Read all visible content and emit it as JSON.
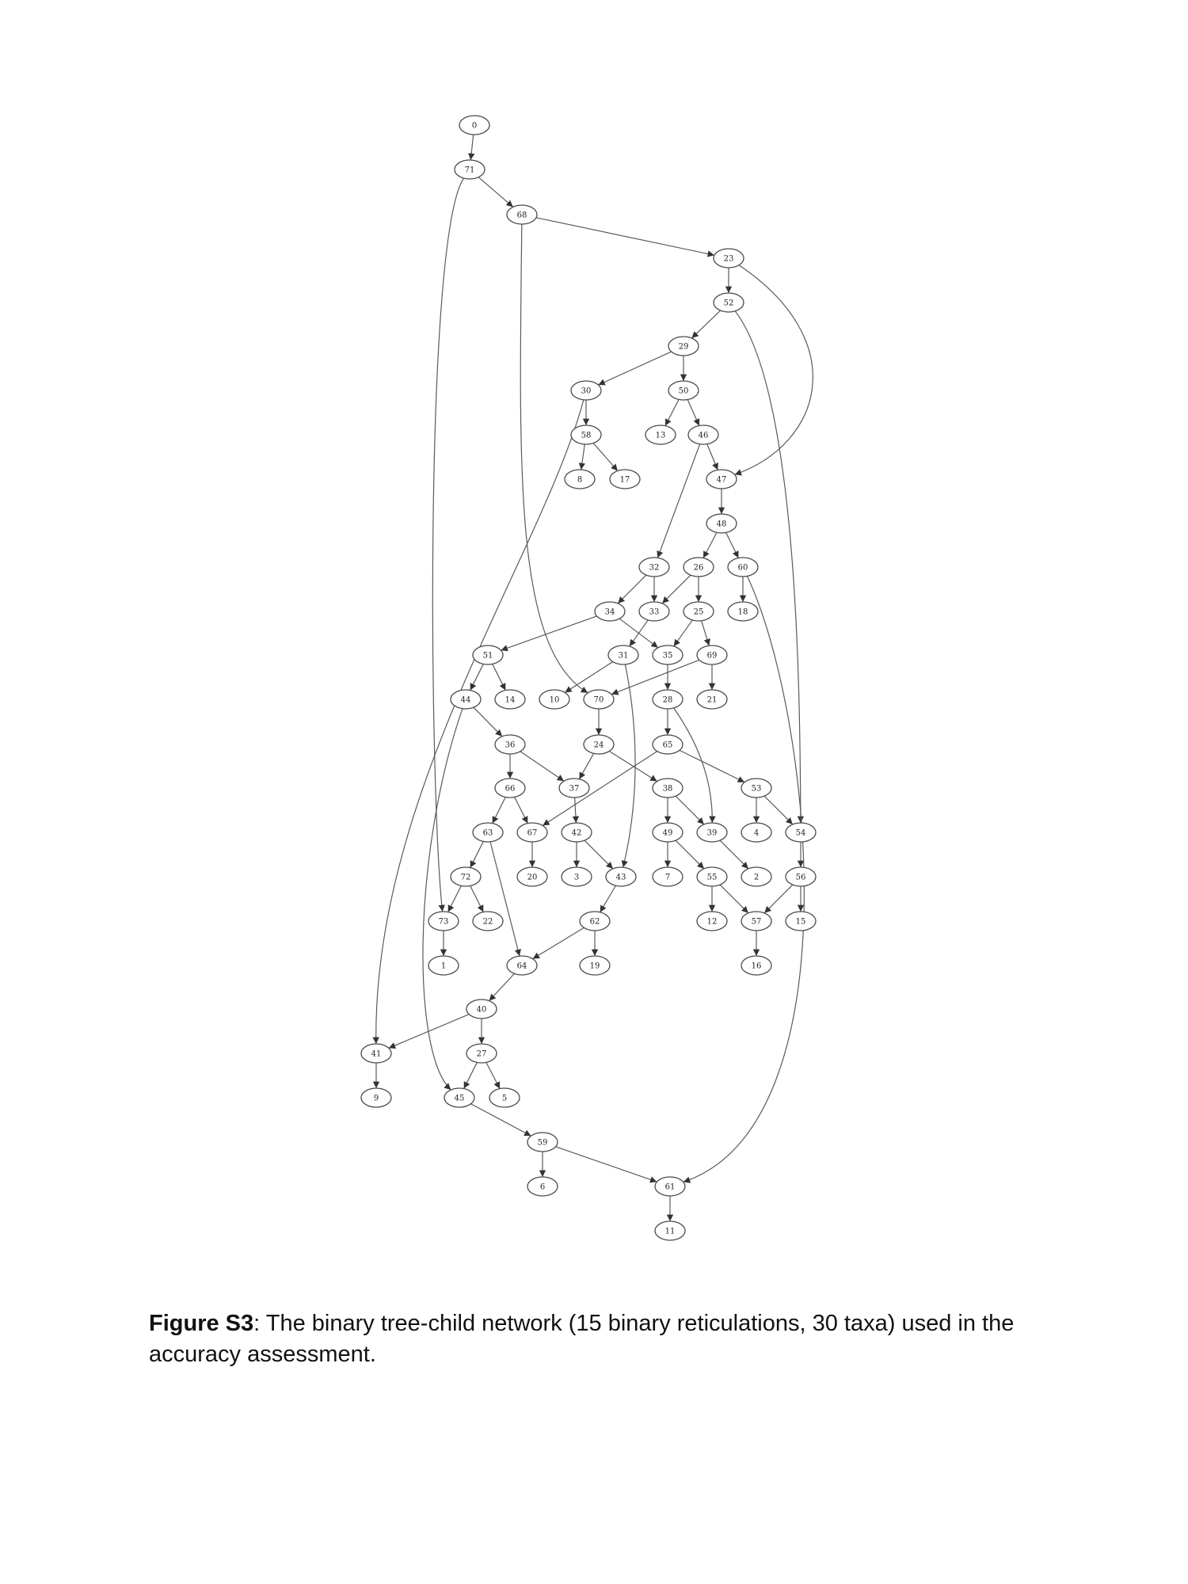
{
  "figure": {
    "caption_label": "Figure S3",
    "caption_text": ": The binary tree-child network (15 binary reticulations, 30 taxa) used in the accuracy assessment."
  },
  "network": {
    "nodes": [
      "0",
      "71",
      "68",
      "23",
      "52",
      "29",
      "30",
      "50",
      "58",
      "13",
      "46",
      "8",
      "17",
      "47",
      "48",
      "32",
      "26",
      "60",
      "34",
      "33",
      "25",
      "18",
      "51",
      "31",
      "35",
      "69",
      "44",
      "14",
      "10",
      "70",
      "28",
      "21",
      "36",
      "24",
      "65",
      "66",
      "37",
      "38",
      "53",
      "63",
      "67",
      "42",
      "49",
      "39",
      "4",
      "54",
      "72",
      "20",
      "3",
      "43",
      "7",
      "55",
      "2",
      "56",
      "73",
      "22",
      "62",
      "12",
      "57",
      "15",
      "1",
      "64",
      "19",
      "16",
      "40",
      "41",
      "27",
      "9",
      "45",
      "5",
      "59",
      "6",
      "61",
      "11"
    ],
    "edges": [
      [
        "0",
        "71"
      ],
      [
        "71",
        "68"
      ],
      [
        "71",
        "73"
      ],
      [
        "68",
        "23"
      ],
      [
        "68",
        "70"
      ],
      [
        "23",
        "52"
      ],
      [
        "23",
        "47"
      ],
      [
        "52",
        "29"
      ],
      [
        "52",
        "54"
      ],
      [
        "29",
        "30"
      ],
      [
        "29",
        "50"
      ],
      [
        "30",
        "58"
      ],
      [
        "30",
        "41"
      ],
      [
        "50",
        "13"
      ],
      [
        "50",
        "46"
      ],
      [
        "58",
        "8"
      ],
      [
        "58",
        "17"
      ],
      [
        "46",
        "47"
      ],
      [
        "46",
        "32"
      ],
      [
        "47",
        "48"
      ],
      [
        "48",
        "26"
      ],
      [
        "48",
        "60"
      ],
      [
        "32",
        "34"
      ],
      [
        "32",
        "33"
      ],
      [
        "26",
        "33"
      ],
      [
        "26",
        "25"
      ],
      [
        "60",
        "18"
      ],
      [
        "60",
        "61"
      ],
      [
        "34",
        "51"
      ],
      [
        "34",
        "35"
      ],
      [
        "33",
        "31"
      ],
      [
        "25",
        "35"
      ],
      [
        "25",
        "69"
      ],
      [
        "51",
        "44"
      ],
      [
        "51",
        "14"
      ],
      [
        "31",
        "10"
      ],
      [
        "31",
        "43"
      ],
      [
        "35",
        "28"
      ],
      [
        "69",
        "70"
      ],
      [
        "69",
        "21"
      ],
      [
        "44",
        "36"
      ],
      [
        "44",
        "45"
      ],
      [
        "70",
        "24"
      ],
      [
        "28",
        "65"
      ],
      [
        "28",
        "39"
      ],
      [
        "36",
        "66"
      ],
      [
        "36",
        "37"
      ],
      [
        "24",
        "37"
      ],
      [
        "24",
        "38"
      ],
      [
        "65",
        "67"
      ],
      [
        "65",
        "53"
      ],
      [
        "66",
        "63"
      ],
      [
        "66",
        "67"
      ],
      [
        "37",
        "42"
      ],
      [
        "38",
        "49"
      ],
      [
        "38",
        "39"
      ],
      [
        "53",
        "4"
      ],
      [
        "53",
        "54"
      ],
      [
        "63",
        "72"
      ],
      [
        "63",
        "64"
      ],
      [
        "67",
        "20"
      ],
      [
        "42",
        "3"
      ],
      [
        "42",
        "43"
      ],
      [
        "49",
        "7"
      ],
      [
        "49",
        "55"
      ],
      [
        "39",
        "2"
      ],
      [
        "54",
        "56"
      ],
      [
        "72",
        "73"
      ],
      [
        "72",
        "22"
      ],
      [
        "43",
        "62"
      ],
      [
        "55",
        "12"
      ],
      [
        "55",
        "57"
      ],
      [
        "56",
        "57"
      ],
      [
        "56",
        "15"
      ],
      [
        "73",
        "1"
      ],
      [
        "62",
        "64"
      ],
      [
        "62",
        "19"
      ],
      [
        "57",
        "16"
      ],
      [
        "64",
        "40"
      ],
      [
        "40",
        "41"
      ],
      [
        "40",
        "27"
      ],
      [
        "41",
        "9"
      ],
      [
        "27",
        "45"
      ],
      [
        "27",
        "5"
      ],
      [
        "45",
        "59"
      ],
      [
        "59",
        "6"
      ],
      [
        "59",
        "61"
      ],
      [
        "61",
        "11"
      ]
    ]
  }
}
